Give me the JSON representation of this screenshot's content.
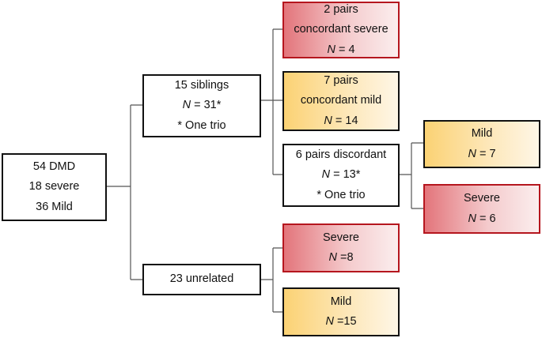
{
  "root": {
    "line1": "54 DMD",
    "line2": "18 severe",
    "line3": "36 Mild"
  },
  "siblings": {
    "title": "15 siblings",
    "n_label": "N",
    "n_value": " = 31*",
    "note": "* One trio"
  },
  "unrelated": {
    "title": "23 unrelated"
  },
  "concordant_severe": {
    "line1": "2 pairs",
    "line2": "concordant severe",
    "n_label": "N",
    "n_value": " = 4"
  },
  "concordant_mild": {
    "line1": "7 pairs",
    "line2": "concordant mild",
    "n_label": "N",
    "n_value": " = 14"
  },
  "discordant": {
    "title": "6 pairs discordant",
    "n_label": "N",
    "n_value": " = 13*",
    "note": "* One trio"
  },
  "discordant_mild": {
    "title": "Mild",
    "n_label": "N",
    "n_value": " = 7"
  },
  "discordant_severe": {
    "title": "Severe",
    "n_label": "N",
    "n_value": " = 6"
  },
  "unrelated_severe": {
    "title": "Severe",
    "n_label": "N",
    "n_value": " =8"
  },
  "unrelated_mild": {
    "title": "Mild",
    "n_label": "N",
    "n_value": " =15"
  },
  "colors": {
    "severe_border": "#b5161e",
    "severe_fill": "#e3757b",
    "mild_fill": "#fbd274",
    "line": "#555555"
  }
}
